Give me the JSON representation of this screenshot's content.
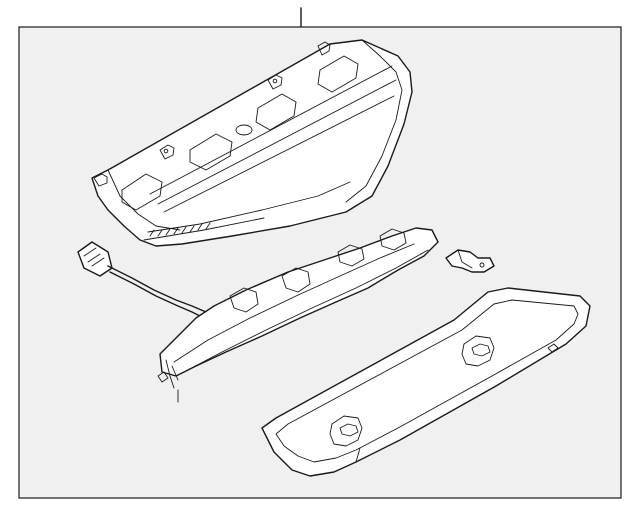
{
  "diagram": {
    "background": "#ffffff",
    "panel_fill": "#f0f0f0",
    "line_color": "#1a1a1a",
    "parts": [
      {
        "name": "lamp-housing"
      },
      {
        "name": "wiring-harness-connector"
      },
      {
        "name": "lamp-bracket"
      },
      {
        "name": "retaining-clip"
      },
      {
        "name": "lamp-cover-panel"
      }
    ]
  }
}
